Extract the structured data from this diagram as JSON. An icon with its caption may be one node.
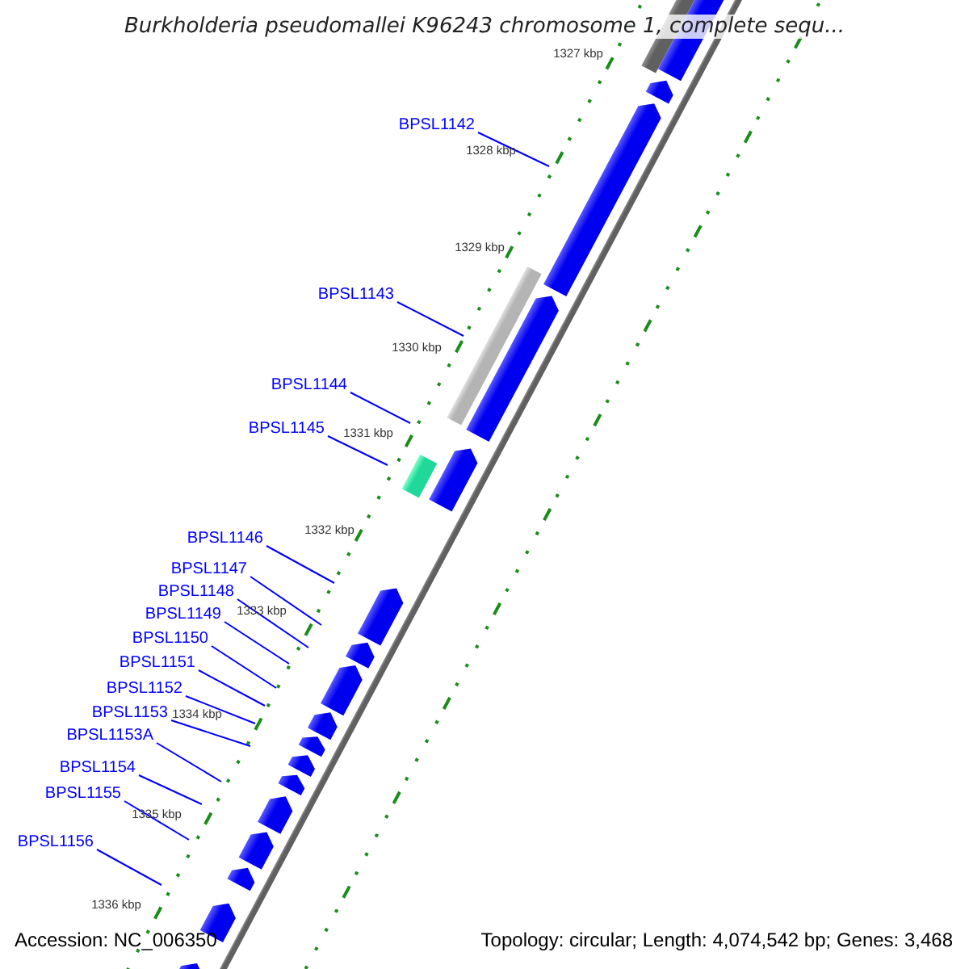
{
  "diagram": {
    "title": "Burkholderia pseudomallei K96243 chromosome 1, complete sequ...",
    "nodes": [
      {
        "text": [
          "BPSL1142"
        ]
      },
      {
        "text": [
          "BPSL1143"
        ]
      },
      {
        "text": [
          "BPSL1144"
        ]
      },
      {
        "text": [
          "BPSL1145"
        ]
      },
      {
        "text": [
          "BPSL1146"
        ]
      },
      {
        "text": [
          "BPSL1147"
        ]
      },
      {
        "text": [
          "BPSL1148"
        ]
      },
      {
        "text": [
          "BPSL1149"
        ]
      },
      {
        "text": [
          "BPSL1150"
        ]
      },
      {
        "text": [
          "BPSL1151"
        ]
      },
      {
        "text": [
          "BPSL1152"
        ]
      },
      {
        "text": [
          "BPSL1153"
        ]
      },
      {
        "text": [
          "BPSL1153A"
        ]
      },
      {
        "text": [
          "BPSL1154"
        ]
      },
      {
        "text": [
          "BPSL1155"
        ]
      },
      {
        "text": [
          "BPSL1156"
        ]
      }
    ],
    "edges": [
      {
        "from": 0,
        "to": null,
        "arrow": "none"
      },
      {
        "from": 1,
        "to": null,
        "arrow": "none"
      },
      {
        "from": 2,
        "to": null,
        "arrow": "none"
      },
      {
        "from": 3,
        "to": null,
        "arrow": "none"
      },
      {
        "from": 4,
        "to": null,
        "arrow": "none"
      },
      {
        "from": 5,
        "to": null,
        "arrow": "none"
      },
      {
        "from": 6,
        "to": null,
        "arrow": "none"
      },
      {
        "from": 7,
        "to": null,
        "arrow": "none"
      },
      {
        "from": 8,
        "to": null,
        "arrow": "none"
      },
      {
        "from": 9,
        "to": null,
        "arrow": "none"
      },
      {
        "from": 10,
        "to": null,
        "arrow": "none"
      },
      {
        "from": 11,
        "to": null,
        "arrow": "none"
      },
      {
        "from": 12,
        "to": null,
        "arrow": "none"
      },
      {
        "from": 13,
        "to": null,
        "arrow": "none"
      },
      {
        "from": 14,
        "to": null,
        "arrow": "none"
      },
      {
        "from": 15,
        "to": null,
        "arrow": "none"
      }
    ],
    "labels": [
      "1327 kbp",
      "1328 kbp",
      "1329 kbp",
      "1330 kbp",
      "1331 kbp",
      "1332 kbp",
      "1333 kbp",
      "1334 kbp",
      "1335 kbp",
      "1336 kbp",
      "Accession: NC_006350",
      "Topology: circular; Length: 4,074,542 bp; Genes: 3,468"
    ]
  }
}
